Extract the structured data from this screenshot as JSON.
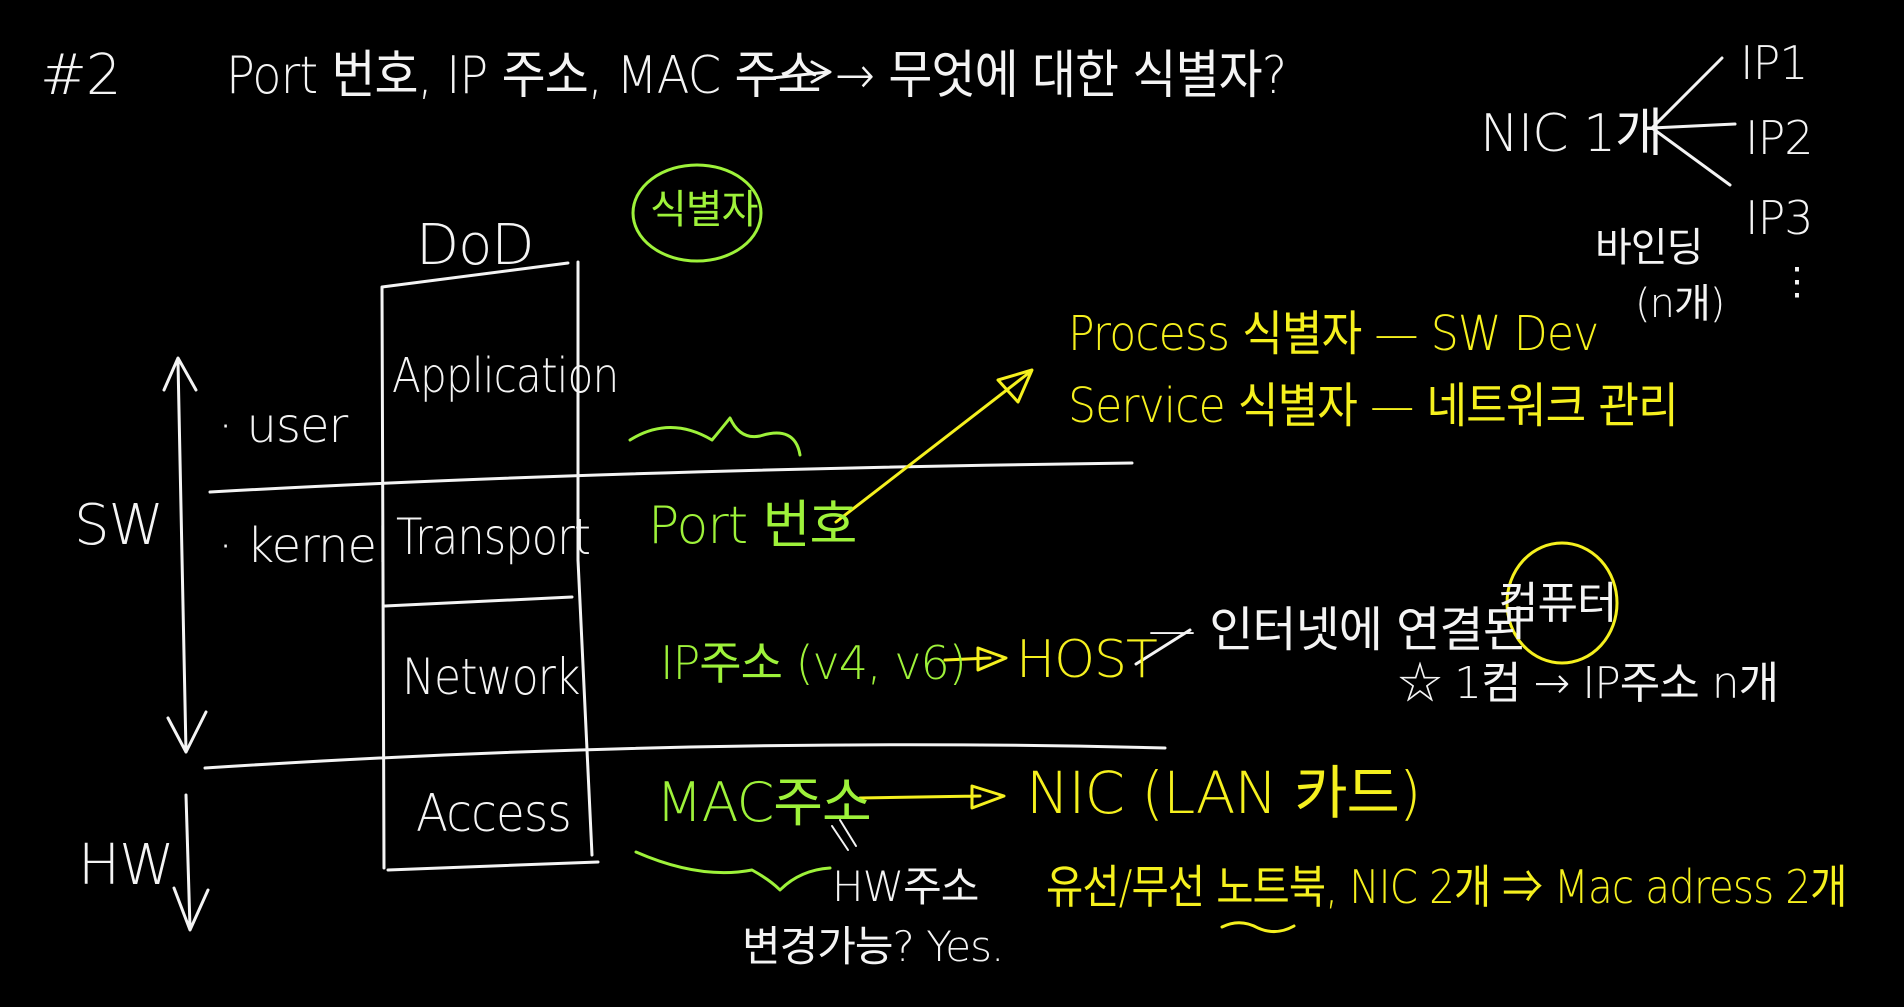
{
  "colors": {
    "background": "#000000",
    "chalk_white": "#f4f4f4",
    "green": "#9ef23a",
    "yellow": "#f5f01e"
  },
  "header": {
    "number": "#2",
    "question": "Port 번호, IP 주소, MAC 주소 → 무엇에 대한 식별자?"
  },
  "nic_note": {
    "nic_label": "NIC 1개",
    "ips": [
      "IP1",
      "IP2",
      "IP3",
      "⋮"
    ],
    "binding": "바인딩",
    "binding_count": "(n개)"
  },
  "circled_label": "식별자",
  "stack": {
    "title": "DoD",
    "layers": [
      "Application",
      "Transport",
      "Network",
      "Access"
    ]
  },
  "side_labels": {
    "user": "· user",
    "kernel": "· kernel",
    "sw": "SW",
    "hw": "HW"
  },
  "port": {
    "label": "Port 번호",
    "process_line": "Process 식별자 — SW Dev",
    "service_line": "Service 식별자 — 네트워크 관리"
  },
  "ip": {
    "label": "IP주소 (v4, v6)",
    "host": "HOST",
    "internet_prefix": "— 인터넷에 연결된",
    "computer": "컴퓨터",
    "star_note": "☆ 1컴 → IP주소 n개"
  },
  "mac": {
    "label": "MAC주소",
    "nic": "NIC (LAN 카드)",
    "hw_address": "HW주소",
    "change_question": "변경가능? Yes.",
    "wired_wireless": "유선/무선 노트북, NIC 2개 ⇒ Mac adress 2개"
  }
}
